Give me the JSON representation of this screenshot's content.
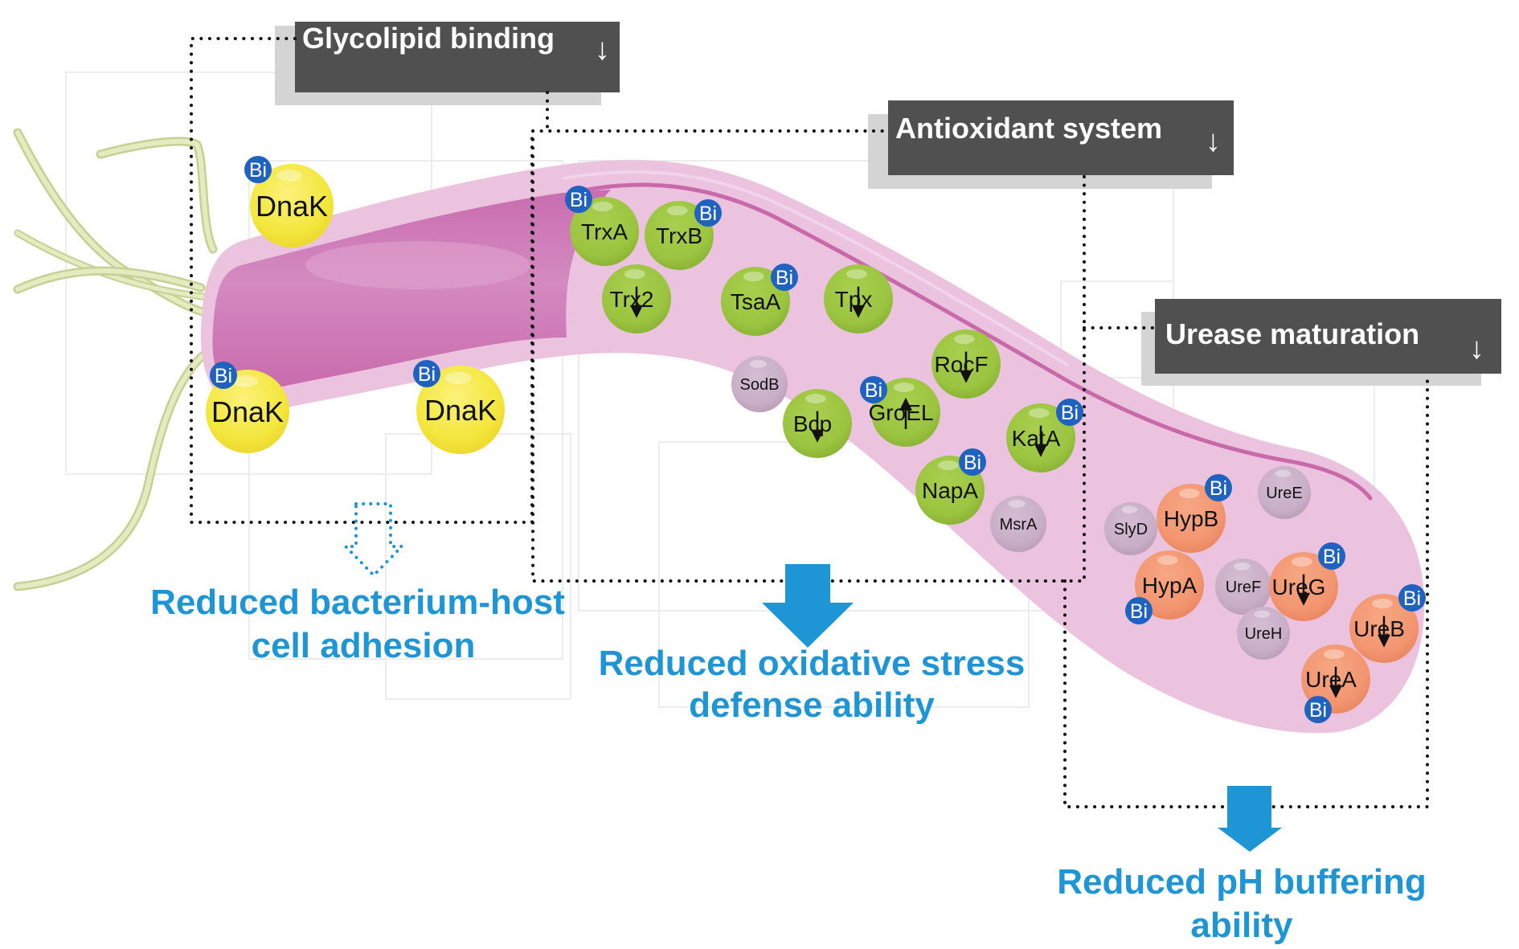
{
  "figure": {
    "colors": {
      "label_box": "#505050",
      "label_shadow": "#d4d4d4",
      "outcome_text": "#1e95d4",
      "outcome_arrow": "#1e95d4",
      "bi_badge": "#1f62c0",
      "body_outer": "#ebc3df",
      "body_inner": "#cc72b1",
      "membrane_line": "#c86aaa",
      "flagella": "#dfe6b8",
      "dnak": "#f3e63c",
      "antioxidant": "#9bc440",
      "urease": "#f29670",
      "unbound": "#c8aec6"
    },
    "bi_label": "Bi",
    "pathways": [
      {
        "id": "glycolipid",
        "label": "Glycolipid binding",
        "trend": "↓"
      },
      {
        "id": "antioxidant",
        "label": "Antioxidant system",
        "trend": "↓"
      },
      {
        "id": "urease",
        "label": "Urease maturation",
        "trend": "↓"
      }
    ],
    "outcomes": [
      {
        "id": "adhesion",
        "lines": [
          "Reduced bacterium-host",
          "cell adhesion"
        ],
        "arrow_style": "dashed"
      },
      {
        "id": "oxidative",
        "lines": [
          "Reduced oxidative stress",
          "defense ability"
        ],
        "arrow_style": "solid"
      },
      {
        "id": "ph",
        "lines": [
          "Reduced pH buffering",
          "ability"
        ],
        "arrow_style": "solid"
      }
    ],
    "proteins": [
      {
        "name": "DnaK",
        "group": "glycolipid",
        "bi": true,
        "trend": ""
      },
      {
        "name": "DnaK",
        "group": "glycolipid",
        "bi": true,
        "trend": ""
      },
      {
        "name": "DnaK",
        "group": "glycolipid",
        "bi": true,
        "trend": ""
      },
      {
        "name": "TrxA",
        "group": "antioxidant",
        "bi": true,
        "trend": ""
      },
      {
        "name": "TrxB",
        "group": "antioxidant",
        "bi": true,
        "trend": ""
      },
      {
        "name": "Trx2",
        "group": "antioxidant",
        "bi": false,
        "trend": "down"
      },
      {
        "name": "TsaA",
        "group": "antioxidant",
        "bi": true,
        "trend": ""
      },
      {
        "name": "Tpx",
        "group": "antioxidant",
        "bi": false,
        "trend": "down"
      },
      {
        "name": "SodB",
        "group": "unbound",
        "bi": false,
        "trend": ""
      },
      {
        "name": "RocF",
        "group": "antioxidant",
        "bi": false,
        "trend": "down"
      },
      {
        "name": "GroEL",
        "group": "antioxidant",
        "bi": true,
        "trend": "up"
      },
      {
        "name": "Bcp",
        "group": "antioxidant",
        "bi": false,
        "trend": "down"
      },
      {
        "name": "KatA",
        "group": "antioxidant",
        "bi": true,
        "trend": "down"
      },
      {
        "name": "NapA",
        "group": "antioxidant",
        "bi": true,
        "trend": ""
      },
      {
        "name": "MsrA",
        "group": "unbound",
        "bi": false,
        "trend": ""
      },
      {
        "name": "SlyD",
        "group": "unbound",
        "bi": false,
        "trend": ""
      },
      {
        "name": "HypB",
        "group": "urease",
        "bi": true,
        "trend": ""
      },
      {
        "name": "UreE",
        "group": "unbound",
        "bi": false,
        "trend": ""
      },
      {
        "name": "HypA",
        "group": "urease",
        "bi": true,
        "trend": ""
      },
      {
        "name": "UreF",
        "group": "unbound",
        "bi": false,
        "trend": ""
      },
      {
        "name": "UreH",
        "group": "unbound",
        "bi": false,
        "trend": ""
      },
      {
        "name": "UreG",
        "group": "urease",
        "bi": true,
        "trend": "down"
      },
      {
        "name": "UreB",
        "group": "urease",
        "bi": true,
        "trend": "down"
      },
      {
        "name": "UreA",
        "group": "urease",
        "bi": true,
        "trend": "down"
      }
    ]
  }
}
